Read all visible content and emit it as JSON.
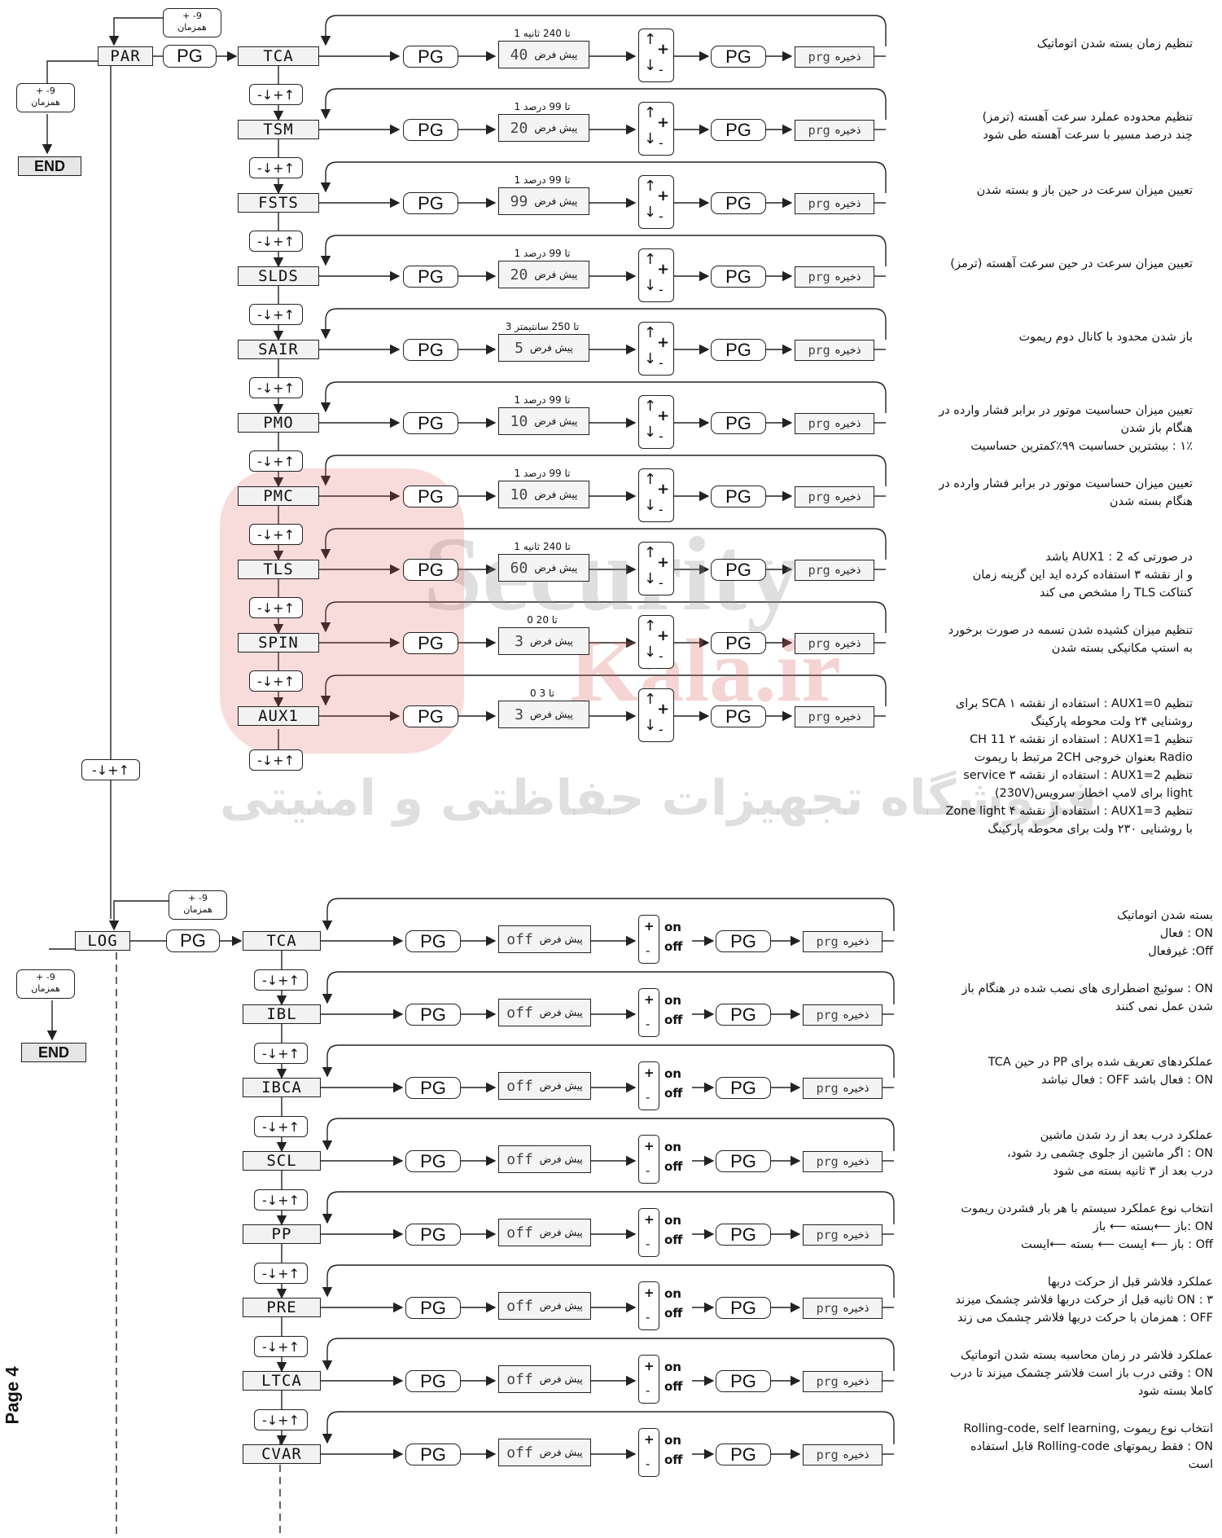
{
  "page_label": "Page 4",
  "watermark": {
    "line1": "Security",
    "line2": "Kala.ir",
    "line3": "فروشگاه تجهیزات حفاظتی و امنیتی"
  },
  "common": {
    "pg": "PG",
    "nav": "-↓+↑",
    "simul_top": "+ -9",
    "simul_bottom": "همزمان",
    "end": "END",
    "default_label": "پیش فرض",
    "save_label": "ذخیره",
    "prg": "prg",
    "on": "on",
    "off": "off",
    "plus": "+",
    "minus": "-"
  },
  "par_menu": {
    "root": "PAR",
    "rows": [
      {
        "code": "TCA",
        "range": "1 تا 240 ثانیه",
        "default": "40",
        "desc": [
          "تنظیم زمان بسته شدن اتوماتیک"
        ]
      },
      {
        "code": "TSM",
        "range": "1 تا 99 درصد",
        "default": "20",
        "desc": [
          "تنظیم محدوده عملرد سرعت آهسته (ترمز)",
          "چند درصد مسیر با سرعت آهسته طی شود"
        ]
      },
      {
        "code": "FSTS",
        "range": "1 تا 99 درصد",
        "default": "99",
        "desc": [
          "تعیین میزان سرعت در حین باز و بسته شدن"
        ]
      },
      {
        "code": "SLDS",
        "range": "1 تا 99 درصد",
        "default": "20",
        "desc": [
          "تعیین میزان سرعت در حین سرعت آهسته (ترمز)"
        ]
      },
      {
        "code": "SAIR",
        "range": "3 تا 250 سانتیمتر",
        "default": "5",
        "desc": [
          "باز شدن محدود با کانال دوم ریموت"
        ]
      },
      {
        "code": "PMO",
        "range": "1 تا 99 درصد",
        "default": "10",
        "desc": [
          "تعیین میزان حساسیت موتور در برابر فشار وارده در",
          "هنگام باز شدن",
          "۱٪ : بیشترین حساسیت ۹۹٪کمترین حساسیت"
        ]
      },
      {
        "code": "PMC",
        "range": "1 تا 99 درصد",
        "default": "10",
        "desc": [
          "تعیین میزان حساسیت موتور در برابر فشار وارده در",
          "هنگام بسته شدن"
        ]
      },
      {
        "code": "TLS",
        "range": "1 تا 240 ثانیه",
        "default": "60",
        "desc": [
          "در صورتی که AUX1 : 2 باشد",
          "و از نقشه ۳ استفاده کرده اید این گزینه زمان",
          "کنتاکت TLS را مشخص می کند"
        ]
      },
      {
        "code": "SPIN",
        "range": "0 تا 20",
        "default": "3",
        "desc": [
          "تنظیم میزان کشیده شدن تسمه در صورت برخورد",
          "به استپ مکانیکی بسته شدن"
        ]
      },
      {
        "code": "AUX1",
        "range": "0 تا 3",
        "default": "3",
        "desc": [
          "تنظیم AUX1=0 : استفاده از نقشه ۱ SCA برای",
          "روشنایی ۲۴ ولت محوطه پارکینگ",
          "تنظیم AUX1=1 : استفاده از نقشه ۲ CH 11",
          "Radio بعنوان خروجی 2CH مرتبط با ریموت",
          "تنظیم AUX1=2 : استفاده از نقشه ۳ service",
          "light برای لامپ اخطار سرویس(230V)",
          "تنظیم AUX1=3 : استفاده از نقشه ۴ Zone light",
          "با روشنایی ۲۳۰ ولت برای محوطه پارکینگ"
        ]
      }
    ]
  },
  "log_menu": {
    "root": "LOG",
    "rows": [
      {
        "code": "TCA",
        "default": "off",
        "desc": [
          "بسته شدن اتوماتیک",
          "ON : فعال",
          "Off: غیرفعال"
        ]
      },
      {
        "code": "IBL",
        "default": "off",
        "desc": [
          "ON : سوئیچ اضطراری های نصب شده در هنگام باز",
          "شدن عمل نمی کنند"
        ]
      },
      {
        "code": "IBCA",
        "default": "off",
        "desc": [
          "عملکردهای تعریف شده برای PP در حین TCA",
          "ON : فعال باشد     OFF : فعال نباشد"
        ]
      },
      {
        "code": "SCL",
        "default": "off",
        "desc": [
          "عملکرد درب بعد از رد شدن ماشین",
          "ON : اگر ماشین از جلوی چشمی رد شود،",
          "درب بعد از ۳ ثانیه بسته می شود"
        ]
      },
      {
        "code": "PP",
        "default": "off",
        "desc": [
          "انتخاب نوع عملکرد سیستم با هر بار فشردن ریموت",
          "ON :باز ⟵بسته ⟵ باز",
          "Off : باز ⟵ ایست ⟵ بسته ⟵ایست"
        ]
      },
      {
        "code": "PRE",
        "default": "off",
        "desc": [
          "عملکرد فلاشر قبل از حرکت دربها",
          "ON : ۳ ثانیه قبل از حرکت دربها فلاشر چشمک میزند",
          "OFF : همزمان با حرکت دربها فلاشر چشمک می زند"
        ]
      },
      {
        "code": "LTCA",
        "default": "off",
        "desc": [
          "عملکرد فلاشر در زمان محاسبه بسته شدن اتوماتیک",
          "ON : وقتی درب باز است فلاشر چشمک میزند تا درب",
          "کاملا بسته شود"
        ]
      },
      {
        "code": "CVAR",
        "default": "off",
        "desc": [
          "انتخاب نوع ریموت ,Rolling-code, self learning",
          "ON : فقط ریموتهای Rolling-code قابل استفاده",
          "است"
        ]
      }
    ]
  }
}
